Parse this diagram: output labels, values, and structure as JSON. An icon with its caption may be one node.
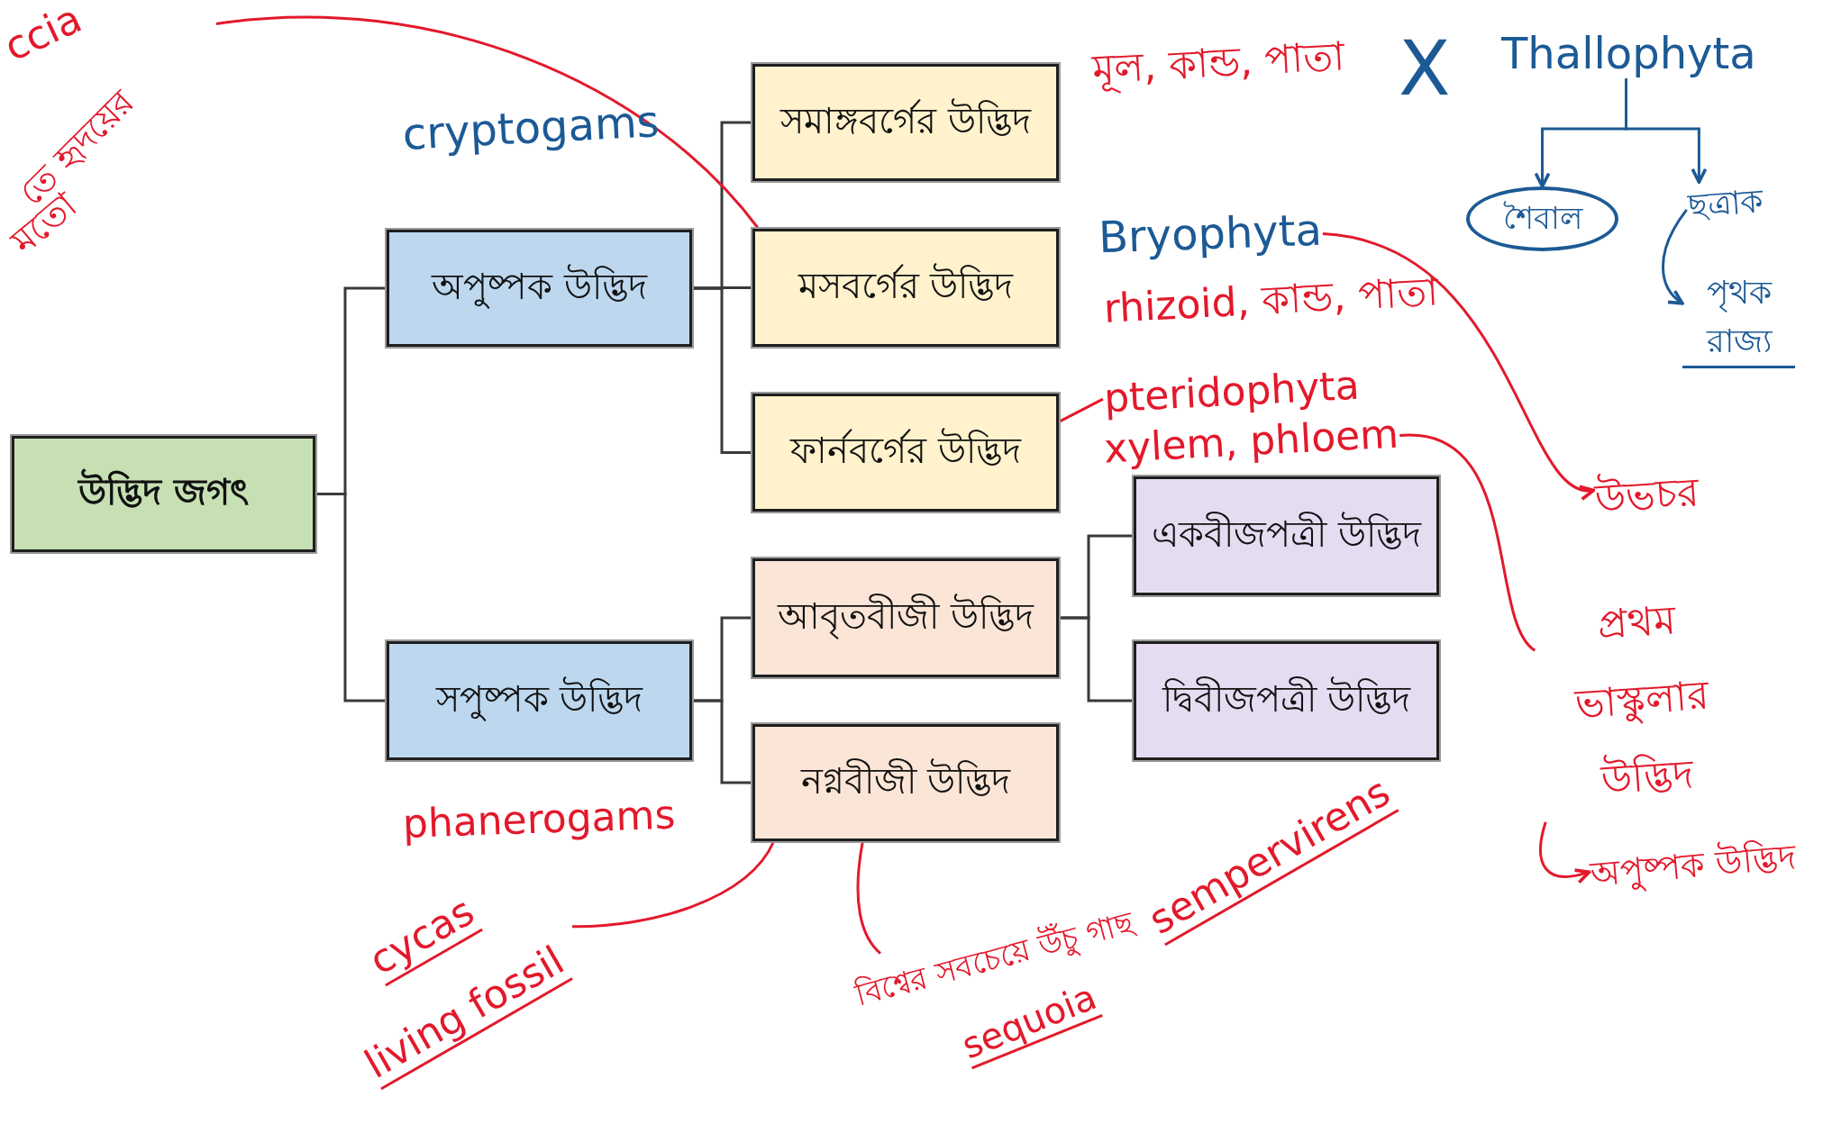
{
  "diagram": {
    "nodes": [
      {
        "text": [
          "উদ্ভিদ জগৎ"
        ]
      },
      {
        "text": [
          "অপুষ্পক উদ্ভিদ"
        ]
      },
      {
        "text": [
          "সপুষ্পক উদ্ভিদ"
        ]
      },
      {
        "text": [
          "সমাঙ্গবর্গের উদ্ভিদ"
        ]
      },
      {
        "text": [
          "মসবর্গের উদ্ভিদ"
        ]
      },
      {
        "text": [
          "ফার্নবর্গের উদ্ভিদ"
        ]
      },
      {
        "text": [
          "আবৃতবীজী উদ্ভিদ"
        ]
      },
      {
        "text": [
          "নগ্নবীজী উদ্ভিদ"
        ]
      },
      {
        "text": [
          "একবীজপত্রী উদ্ভিদ"
        ]
      },
      {
        "text": [
          "দ্বিবীজপত্রী উদ্ভিদ"
        ]
      },
      {
        "text": [
          "ccia",
          "তে হৃদয়ের",
          "মতো"
        ]
      },
      {
        "text": [
          "Thallophyta"
        ]
      },
      {
        "text": [
          "শৈবাল"
        ]
      },
      {
        "text": [
          "ছত্রাক"
        ]
      },
      {
        "text": [
          "পৃথক রাজ্য"
        ]
      },
      {
        "text": [
          "Bryophyta"
        ]
      },
      {
        "text": [
          "উভচর"
        ]
      },
      {
        "text": [
          "pteridophyta"
        ]
      },
      {
        "text": [
          "xylem, phloem"
        ]
      },
      {
        "text": [
          "প্রথম ভাস্কুলার উদ্ভিদ"
        ]
      },
      {
        "text": [
          "অপুষ্পক উদ্ভিদ"
        ]
      },
      {
        "text": [
          "cycas",
          "living fossil"
        ]
      },
      {
        "text": [
          "বিশ্বের সবচেয়ে উঁচু গাছ"
        ]
      }
    ],
    "edges": [
      {
        "from": 0,
        "to": 1,
        "arrow": "none"
      },
      {
        "from": 0,
        "to": 2,
        "arrow": "none"
      },
      {
        "from": 1,
        "to": 3,
        "arrow": "none"
      },
      {
        "from": 1,
        "to": 4,
        "arrow": "none"
      },
      {
        "from": 1,
        "to": 5,
        "arrow": "none"
      },
      {
        "from": 2,
        "to": 6,
        "arrow": "none"
      },
      {
        "from": 2,
        "to": 7,
        "arrow": "none"
      },
      {
        "from": 6,
        "to": 8,
        "arrow": "none"
      },
      {
        "from": 6,
        "to": 9,
        "arrow": "none"
      },
      {
        "from": 10,
        "to": 4,
        "arrow": "none",
        "color": "#e3192b"
      },
      {
        "from": 11,
        "to": 12,
        "arrow": "to",
        "color": "#1c5a95"
      },
      {
        "from": 11,
        "to": 13,
        "arrow": "to",
        "color": "#1c5a95"
      },
      {
        "from": 13,
        "to": 14,
        "arrow": "to",
        "color": "#1c5a95"
      },
      {
        "from": 15,
        "to": 16,
        "arrow": "to",
        "color": "#e3192b"
      },
      {
        "from": 5,
        "to": 17,
        "arrow": "none",
        "color": "#e3192b"
      },
      {
        "from": 18,
        "to": 19,
        "arrow": "none",
        "color": "#e3192b"
      },
      {
        "from": 19,
        "to": 20,
        "arrow": "to",
        "color": "#e3192b"
      },
      {
        "from": 7,
        "to": 21,
        "arrow": "none",
        "color": "#e3192b"
      },
      {
        "from": 7,
        "to": 22,
        "arrow": "none",
        "color": "#e3192b"
      }
    ],
    "labels": [
      "cryptogams",
      "মূল, কান্ড, পাতা",
      "X",
      "rhizoid, কান্ড, পাতা",
      "phanerogams",
      "sequoia",
      "sempervirens"
    ]
  }
}
